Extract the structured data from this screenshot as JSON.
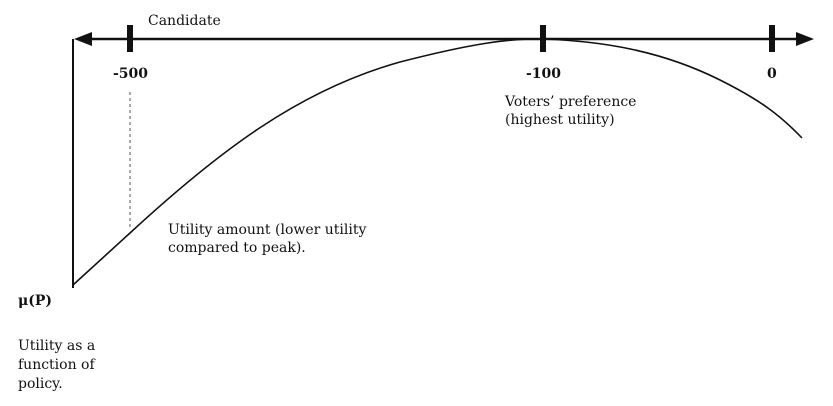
{
  "axis": {
    "title": "Candidate",
    "ticks": [
      "-500",
      "-100",
      "0"
    ]
  },
  "annotations": {
    "peak_line1": "Voters’ preference",
    "peak_line2": "(highest utility)",
    "utility_line1": "Utility amount (lower utility",
    "utility_line2": "compared to peak).",
    "mu_label": "μ(P)",
    "desc_line1": "Utility as a",
    "desc_line2": "function of",
    "desc_line3": "policy."
  },
  "colors": {
    "ink": "#111111",
    "background": "#ffffff"
  }
}
